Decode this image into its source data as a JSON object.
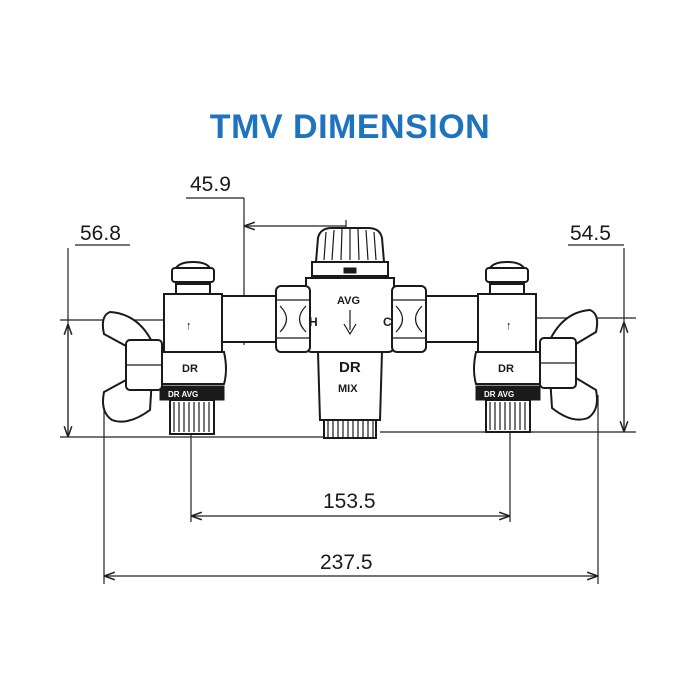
{
  "title": "TMV DIMENSION",
  "colors": {
    "title": "#1e73be",
    "lines": "#1a1a1a"
  },
  "dimensions": {
    "top_center": "45.9",
    "left_height": "56.8",
    "right_height": "54.5",
    "inner_width": "153.5",
    "overall_width": "237.5"
  },
  "valve_markings": {
    "center_model": "AVG",
    "center_brand": "DR",
    "center_sub": "MIX",
    "hot_port": "H",
    "cold_port": "C",
    "left_brand": "DR",
    "left_band": "DR AVG",
    "right_brand": "DR",
    "right_band": "DR AVG"
  }
}
